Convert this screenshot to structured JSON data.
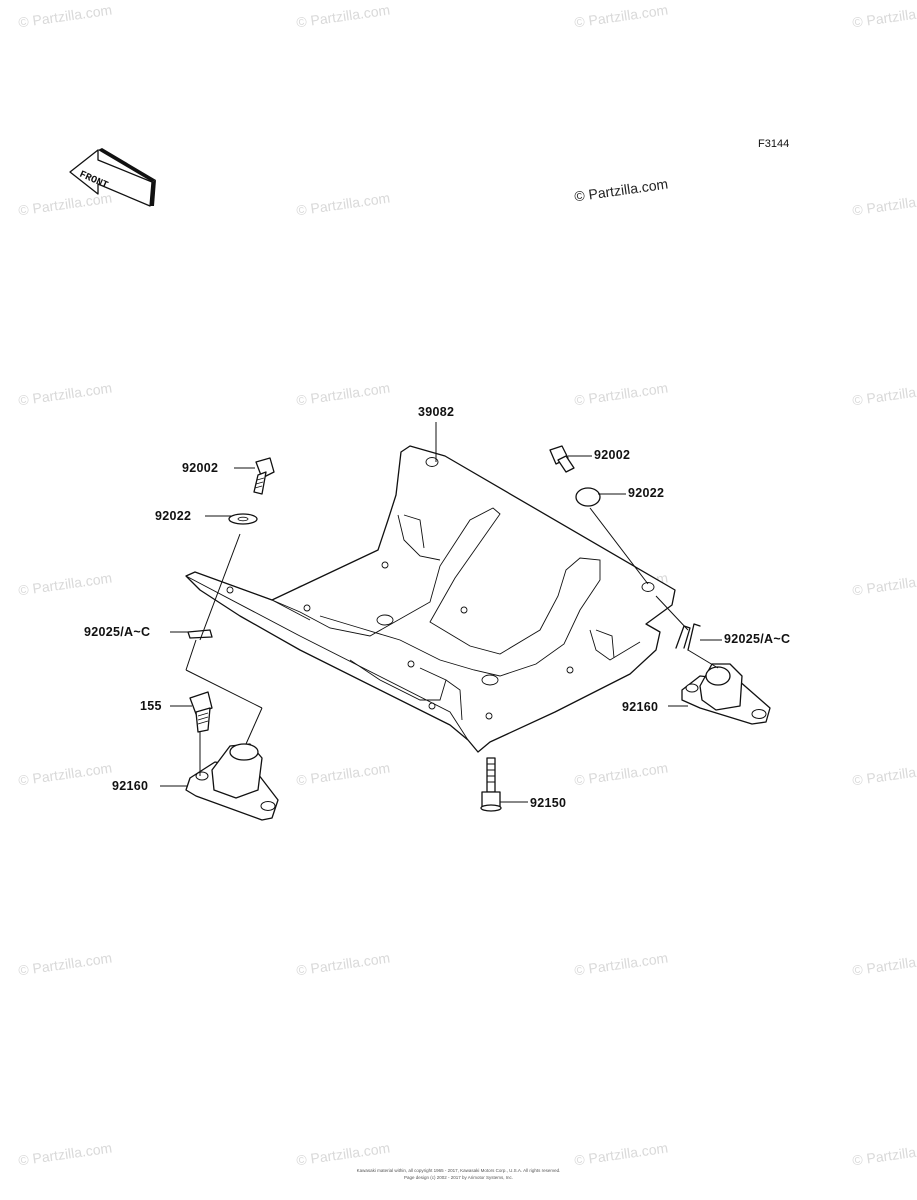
{
  "diagram_code": "F3144",
  "copyright_mark": "© Partzilla.com",
  "watermark": "© Partzilla.com",
  "front_arrow_text": "FRONT",
  "parts": {
    "skid_plate": "39082",
    "bolt_left": "92002",
    "bolt_right": "92002",
    "washer_left": "92022",
    "washer_right": "92022",
    "clip_left": "92025/A~C",
    "clip_right": "92025/A~C",
    "bolt_155": "155",
    "bracket_left": "92160",
    "bracket_right": "92160",
    "bolt_bottom": "92150"
  },
  "footer": {
    "line1": "Kawasaki material within, all copyright 1965 - 2017, Kawasaki Motors Corp., U.S.A. All rights reserved.",
    "line2": "Page design (c) 2002 - 2017 by Arimotor Systems, Inc."
  }
}
